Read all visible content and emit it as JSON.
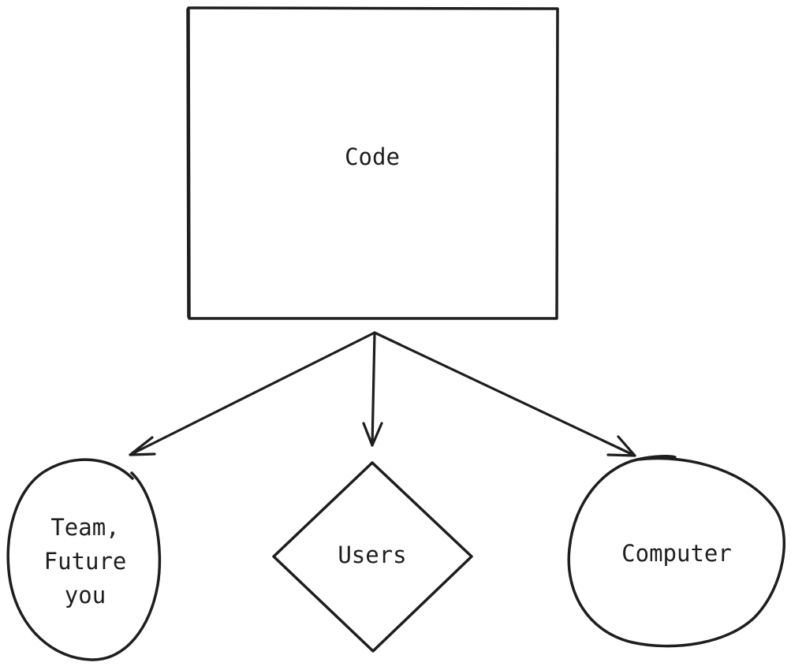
{
  "diagram": {
    "nodes": {
      "code": {
        "label": "Code",
        "shape": "rectangle"
      },
      "team": {
        "label": "Team,\nFuture\nyou",
        "shape": "ellipse"
      },
      "users": {
        "label": "Users",
        "shape": "diamond"
      },
      "computer": {
        "label": "Computer",
        "shape": "ellipse"
      }
    },
    "edges": [
      {
        "from": "code",
        "to": "team"
      },
      {
        "from": "code",
        "to": "users"
      },
      {
        "from": "code",
        "to": "computer"
      }
    ],
    "colors": {
      "stroke": "#1e1e1e",
      "background": "#ffffff"
    }
  }
}
